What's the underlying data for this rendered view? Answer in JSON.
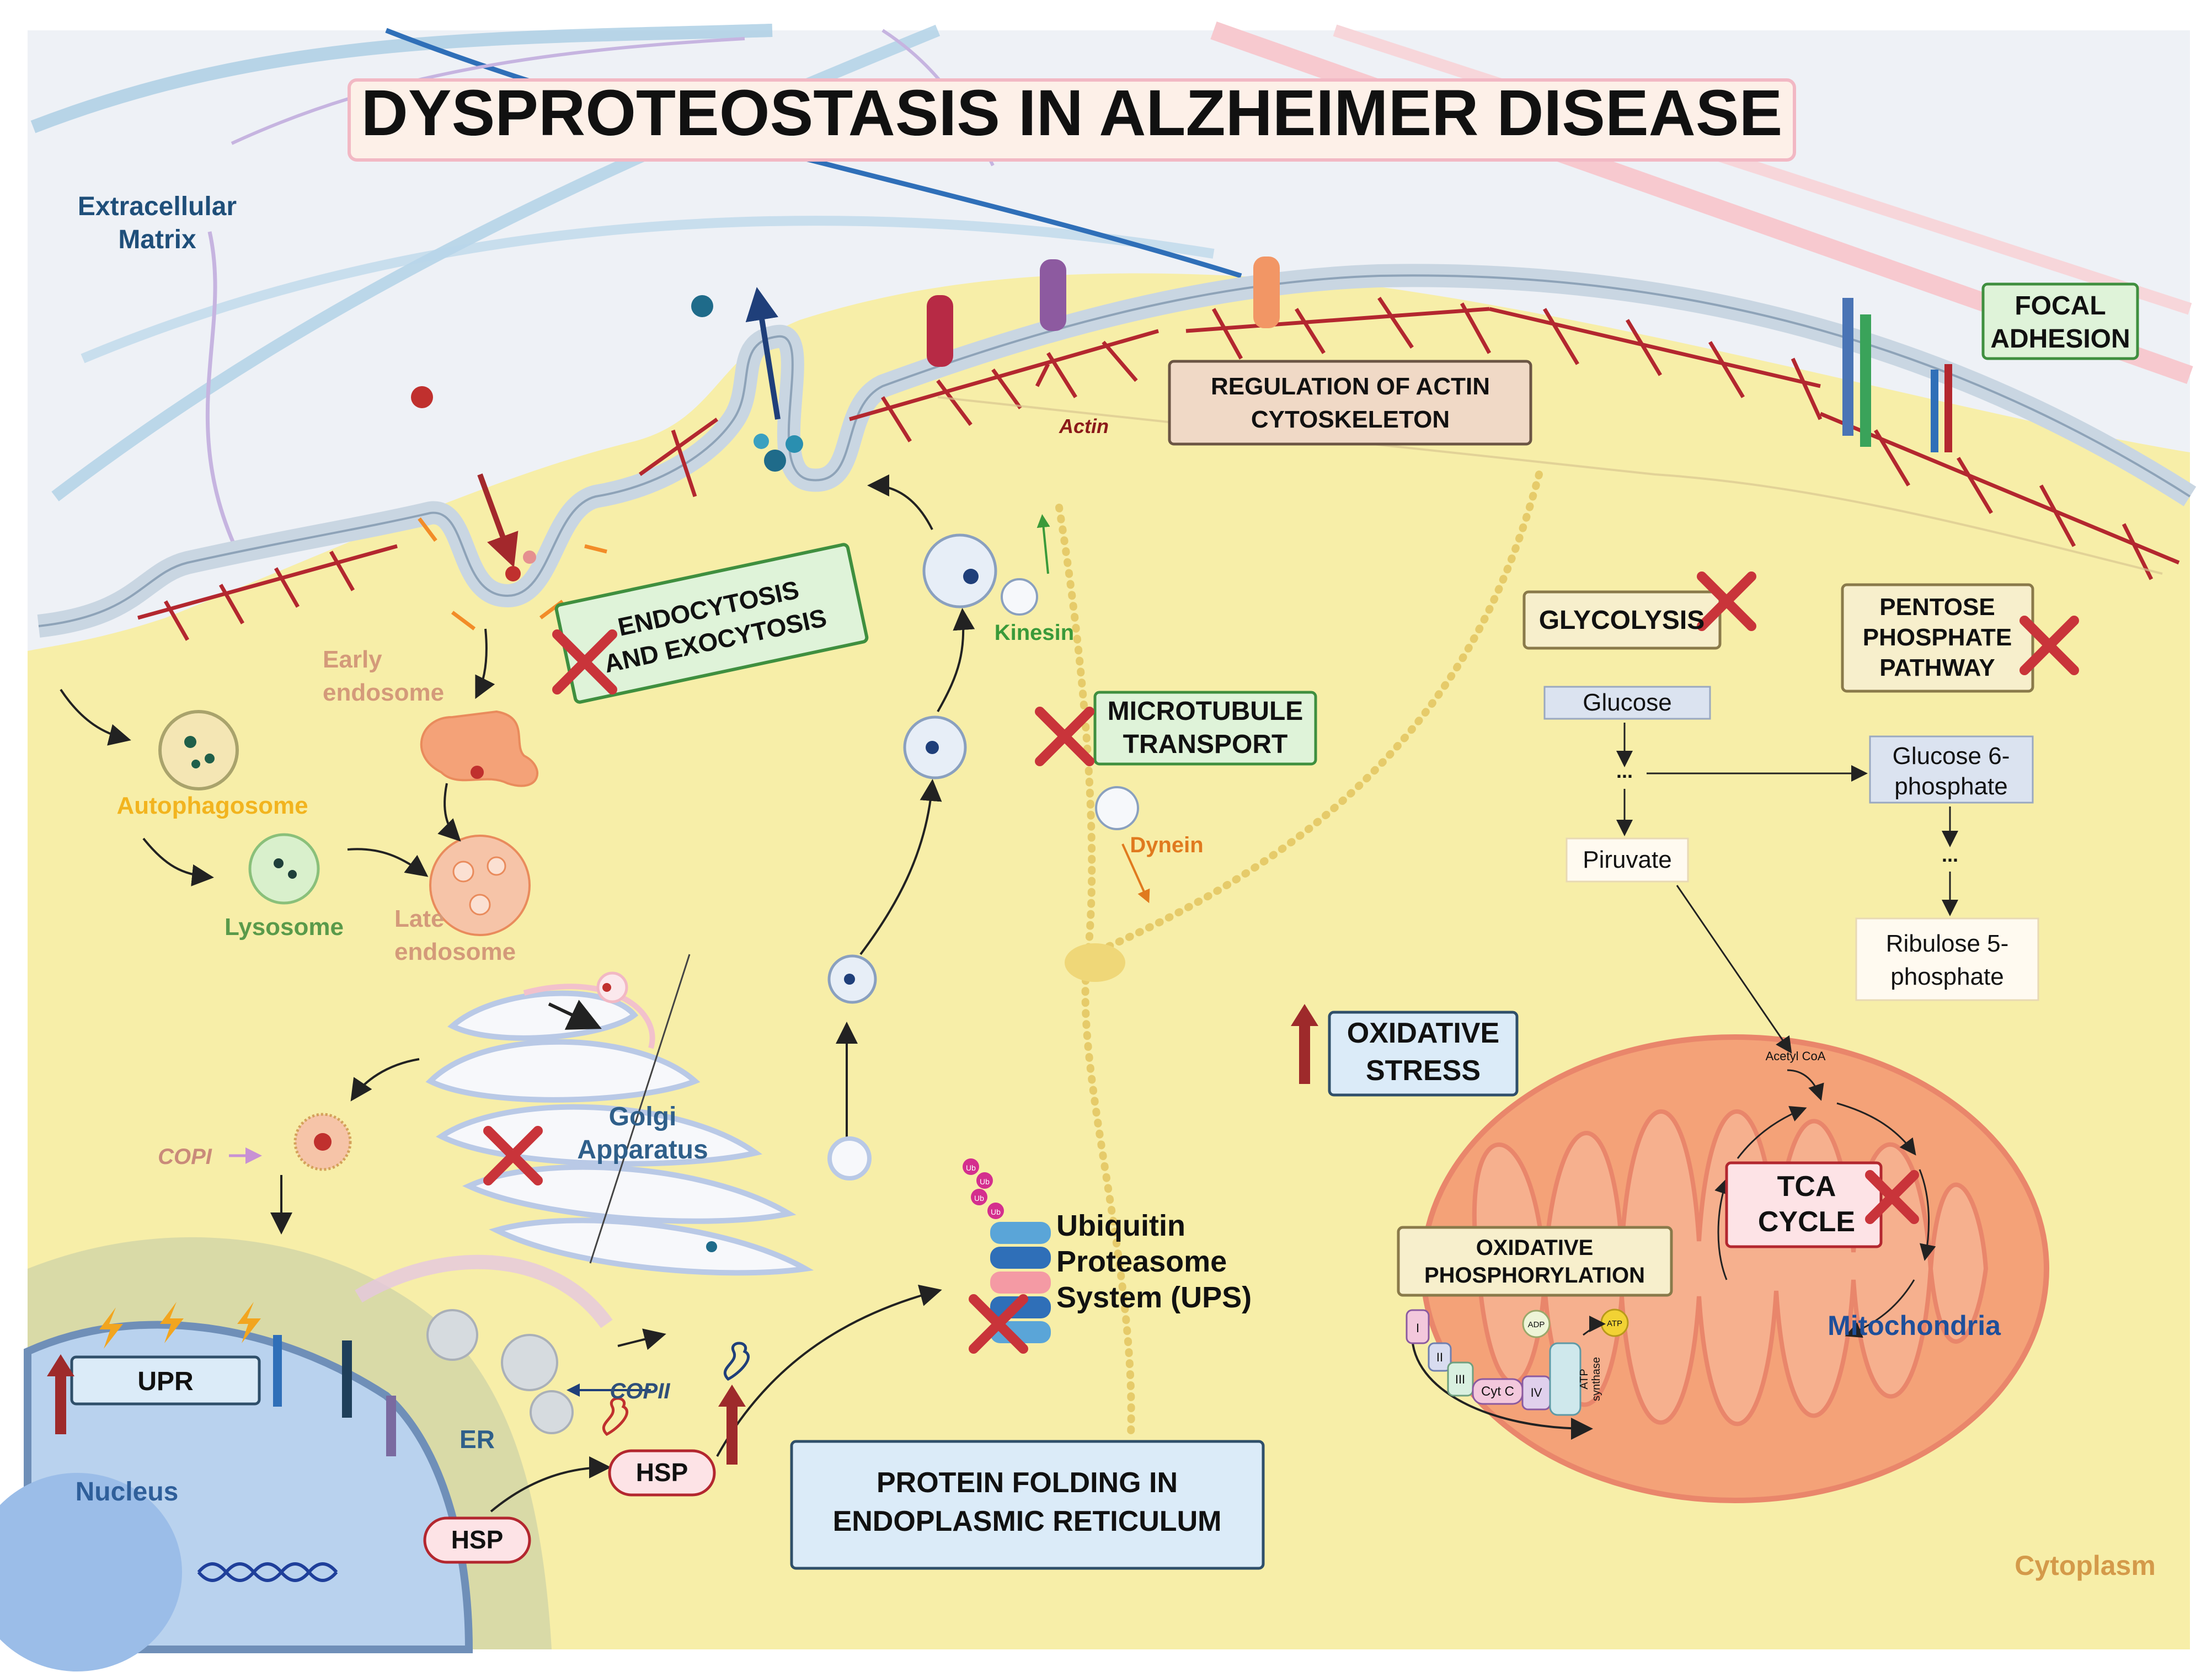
{
  "title": "DYSPROTEOSTASIS IN ALZHEIMER DISEASE",
  "colors": {
    "cytoplasm": "#f7eea8",
    "extracellular": "#eef1f6",
    "membrane": "#c9d6e2",
    "actin": "#b3272f",
    "mitochondria": "#f4a278",
    "nucleus": "#b9d2ee",
    "box_green": "#dff3d9",
    "box_blue": "#dbebf8",
    "box_tan": "#f0d9c6",
    "inhibit_x": "#c9343a",
    "up_arrow": "#9e2a2b"
  },
  "labels": {
    "extracellular_matrix": [
      "Extracellular",
      "Matrix"
    ],
    "actin": "Actin",
    "early_endosome": [
      "Early",
      "endosome"
    ],
    "autophagosome": "Autophagosome",
    "lysosome": "Lysosome",
    "late_endosome": [
      "Late",
      "endosome"
    ],
    "kinesin": "Kinesin",
    "dynein": "Dynein",
    "golgi": [
      "Golgi",
      "Apparatus"
    ],
    "copi": "COPI",
    "copii": "COPII",
    "er": "ER",
    "nucleus": "Nucleus",
    "hsp": "HSP",
    "ups": [
      "Ubiquitin",
      "Proteasome",
      "System (UPS)"
    ],
    "ub": "Ub",
    "mitochondria": "Mitochondria",
    "cytoplasm": "Cytoplasm",
    "acetyl_coa": "Acetyl CoA",
    "adp": "ADP",
    "atp": "ATP",
    "cyt_c": "Cyt C",
    "atp_synthase": [
      "ATP",
      "synthase"
    ],
    "complexes": [
      "I",
      "II",
      "III",
      "IV"
    ]
  },
  "boxes": {
    "endocytosis": [
      "ENDOCYTOSIS",
      "AND EXOCYTOSIS"
    ],
    "actin_reg": [
      "REGULATION OF ACTIN",
      "CYTOSKELETON"
    ],
    "focal_adhesion": [
      "FOCAL",
      "ADHESION"
    ],
    "microtubule": [
      "MICROTUBULE",
      "TRANSPORT"
    ],
    "glycolysis": "GLYCOLYSIS",
    "pentose": [
      "PENTOSE",
      "PHOSPHATE",
      "PATHWAY"
    ],
    "oxidative_stress": [
      "OXIDATIVE",
      "STRESS"
    ],
    "tca": [
      "TCA",
      "CYCLE"
    ],
    "oxphos": [
      "OXIDATIVE",
      "PHOSPHORYLATION"
    ],
    "upr": "UPR",
    "protein_folding": [
      "PROTEIN FOLDING IN",
      "ENDOPLASMIC RETICULUM"
    ]
  },
  "metabolites": {
    "glucose": "Glucose",
    "ellipsis": "...",
    "piruvate": "Piruvate",
    "g6p": [
      "Glucose 6-",
      "phosphate"
    ],
    "r5p": [
      "Ribulose 5-",
      "phosphate"
    ]
  }
}
